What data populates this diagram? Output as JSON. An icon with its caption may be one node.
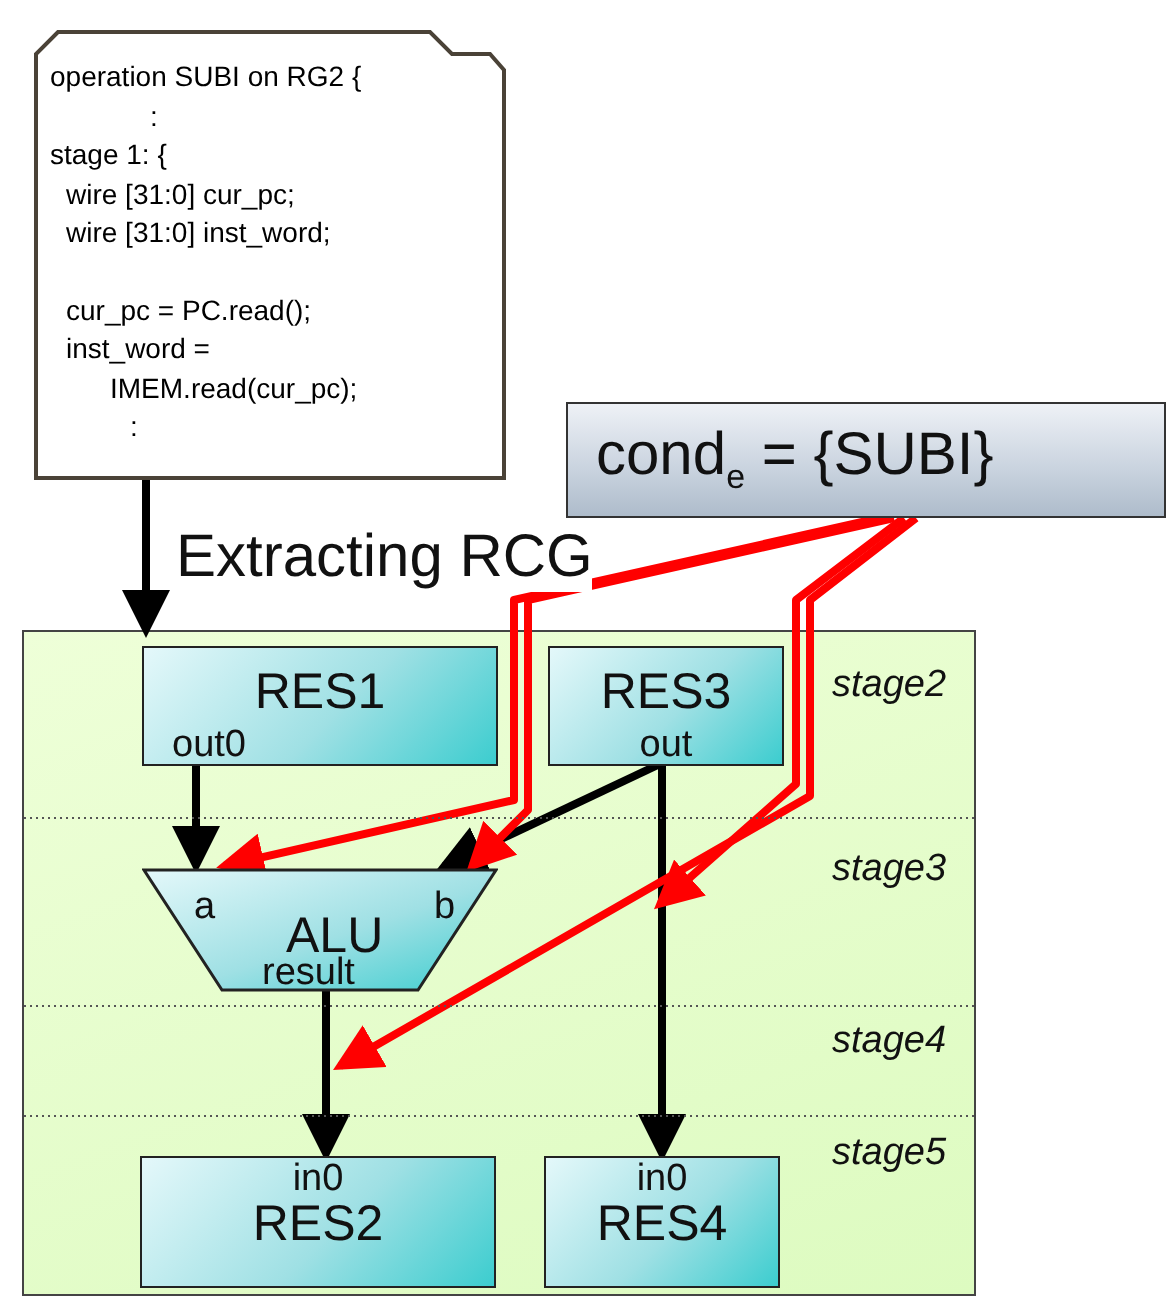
{
  "diagram": {
    "nodes": [
      {
        "text": [
          "operation SUBI on RG2 {",
          ":",
          "stage 1: {",
          "wire [31:0] cur_pc;",
          "wire [31:0] inst_word;",
          "cur_pc = PC.read();",
          "inst_word =",
          "IMEM.read(cur_pc);",
          ":"
        ]
      },
      {
        "text": [
          "cond$_{e}$ = {SUBI}"
        ]
      },
      {
        "text": [],
        "shape": "box"
      },
      {
        "text": [
          "RES1",
          "out0"
        ],
        "in": 2
      },
      {
        "text": [
          "RES3",
          "out"
        ],
        "in": 2
      },
      {
        "text": [
          "a",
          "b",
          "ALU",
          "result"
        ],
        "in": 2
      },
      {
        "text": [
          "in0",
          "RES2"
        ],
        "in": 2
      },
      {
        "text": [
          "in0",
          "RES4"
        ],
        "in": 2
      }
    ],
    "edges": [
      {
        "from": 0,
        "to": 2,
        "arrow": "to",
        "label": "Extracting RCG"
      },
      {
        "from": 3,
        "to": 5,
        "arrow": "to"
      },
      {
        "from": 4,
        "to": 5,
        "arrow": "to"
      },
      {
        "from": 5,
        "to": 6,
        "arrow": "to"
      },
      {
        "from": 4,
        "to": 7,
        "arrow": "to"
      },
      {
        "from": 1,
        "to": 5,
        "arrow": "to",
        "color": "#ff0000"
      },
      {
        "from": 1,
        "to": 5,
        "arrow": "to",
        "color": "#ff0000"
      },
      {
        "from": 1,
        "to": null,
        "arrow": "to",
        "color": "#ff0000"
      },
      {
        "from": 1,
        "to": null,
        "arrow": "to",
        "color": "#ff0000"
      }
    ],
    "labels": [
      "stage2",
      "stage3",
      "stage4",
      "stage5"
    ]
  }
}
